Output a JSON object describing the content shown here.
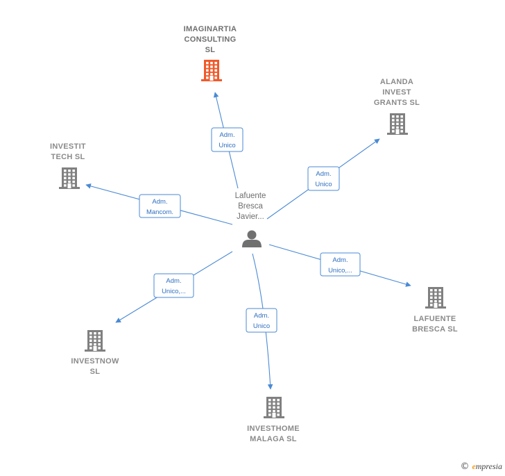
{
  "person": {
    "name_lines": [
      "Lafuente",
      "Bresca",
      "Javier..."
    ],
    "icon": "person-icon"
  },
  "companies": [
    {
      "id": "imaginartia",
      "lines": [
        "IMAGINARTIA",
        "CONSULTING",
        "SL"
      ],
      "color": "#f05a2a",
      "main": true
    },
    {
      "id": "alanda",
      "lines": [
        "ALANDA",
        "INVEST",
        "GRANTS  SL"
      ],
      "color": "#808080"
    },
    {
      "id": "investit",
      "lines": [
        "INVESTIT",
        "TECH  SL"
      ],
      "color": "#808080"
    },
    {
      "id": "lafuente",
      "lines": [
        "LAFUENTE",
        "BRESCA  SL"
      ],
      "color": "#808080"
    },
    {
      "id": "investnow",
      "lines": [
        "INVESTNOW",
        "SL"
      ],
      "color": "#808080"
    },
    {
      "id": "investhome",
      "lines": [
        "INVESTHOME",
        "MALAGA  SL"
      ],
      "color": "#808080"
    }
  ],
  "edges": [
    {
      "target": "imaginartia",
      "label_lines": [
        "Adm.",
        "Unico"
      ]
    },
    {
      "target": "alanda",
      "label_lines": [
        "Adm.",
        "Unico"
      ]
    },
    {
      "target": "investit",
      "label_lines": [
        "Adm.",
        "Mancom."
      ]
    },
    {
      "target": "lafuente",
      "label_lines": [
        "Adm.",
        "Unico,..."
      ]
    },
    {
      "target": "investnow",
      "label_lines": [
        "Adm.",
        "Unico,..."
      ]
    },
    {
      "target": "investhome",
      "label_lines": [
        "Adm.",
        "Unico"
      ]
    }
  ],
  "colors": {
    "edge": "#4a8ad4",
    "edge_text": "#2f6fc0",
    "person": "#707070",
    "main_company": "#f05a2a"
  },
  "footer": {
    "copyright": "©",
    "brand_initial": "e",
    "brand_rest": "mpresia"
  }
}
